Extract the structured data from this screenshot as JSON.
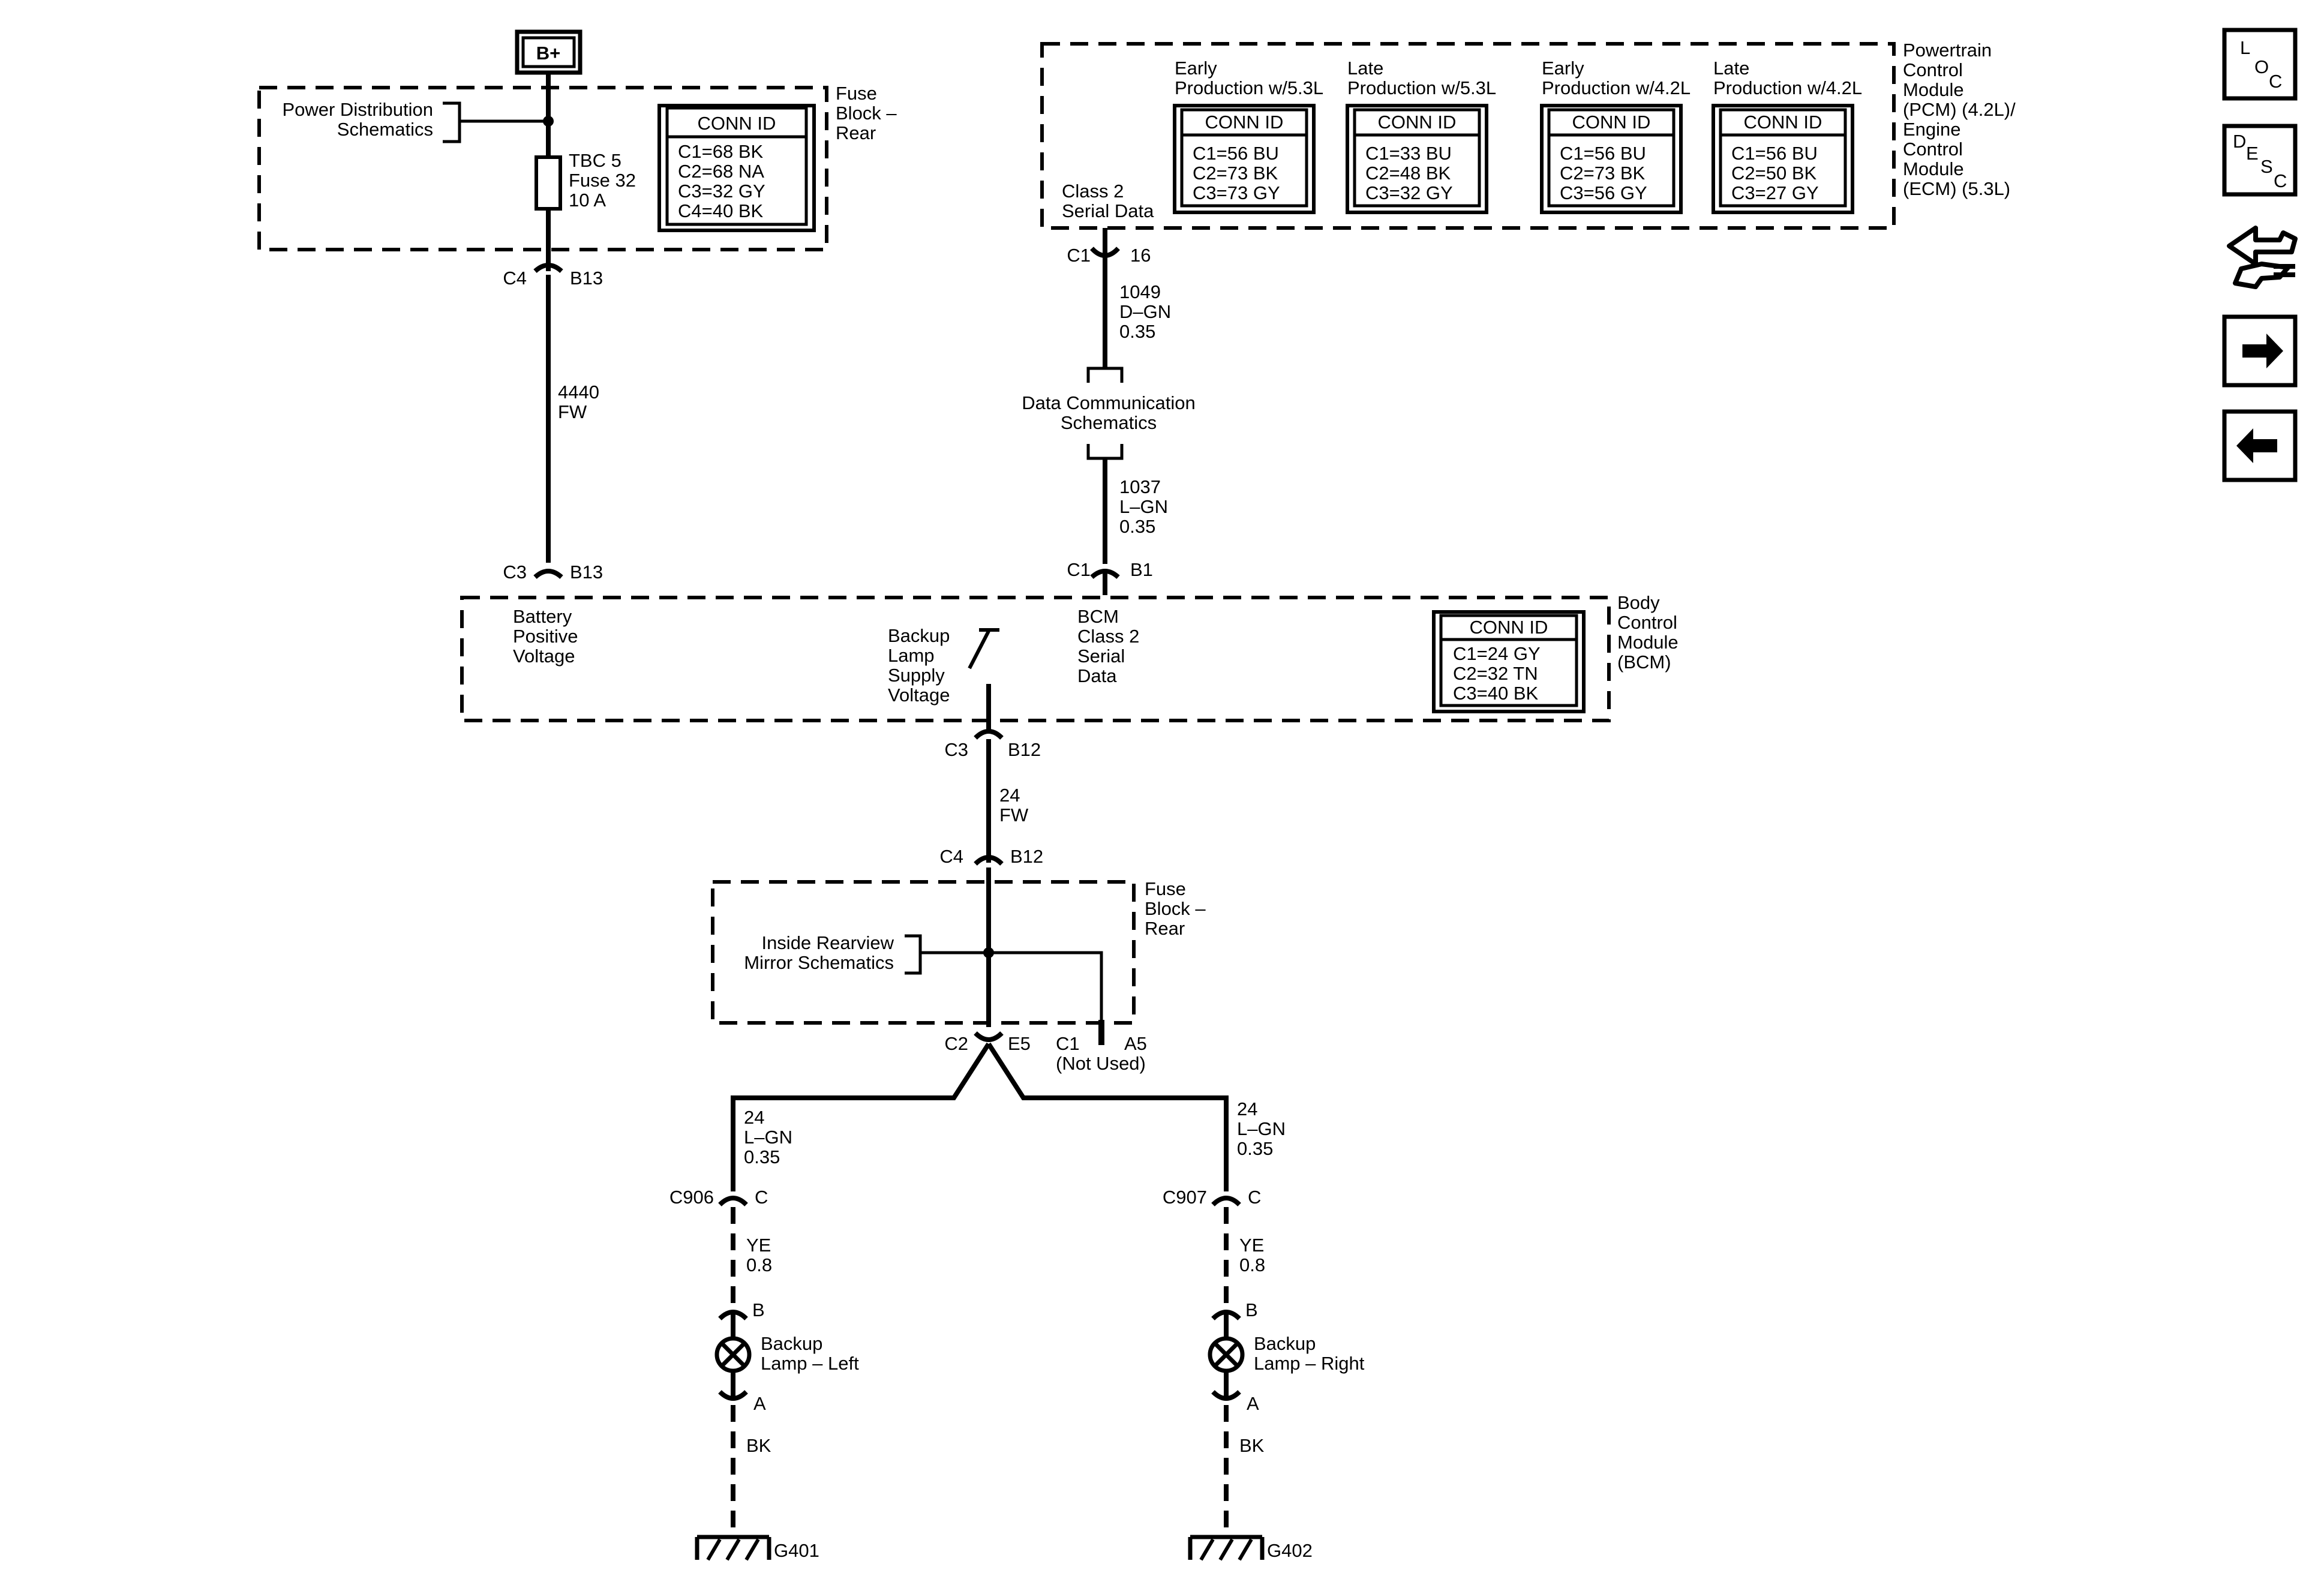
{
  "power": {
    "b_plus": "B+"
  },
  "fuse_block_top": {
    "title": [
      "Fuse",
      "Block –",
      "Rear"
    ],
    "pds": [
      "Power Distribution",
      "Schematics"
    ],
    "fuse": [
      "TBC 5",
      "Fuse 32",
      "10 A"
    ],
    "conn": {
      "header": "CONN ID",
      "rows": [
        "C1=68 BK",
        "C2=68 NA",
        "C3=32 GY",
        "C4=40 BK"
      ]
    },
    "bottom_conn": {
      "c": "C4",
      "pin": "B13"
    }
  },
  "wire_4440": {
    "circuit": "4440",
    "color": "FW"
  },
  "pcm": {
    "title": [
      "Powertrain",
      "Control",
      "Module",
      "(PCM) (4.2L)/",
      "Engine",
      "Control",
      "Module",
      "(ECM) (5.3L)"
    ],
    "class2": [
      "Class 2",
      "Serial Data"
    ],
    "conn_c": "C1",
    "conn_pin": "16",
    "variants": [
      {
        "label": [
          "Early",
          "Production w/5.3L"
        ],
        "header": "CONN ID",
        "rows": [
          "C1=56 BU",
          "C2=73 BK",
          "C3=73 GY"
        ]
      },
      {
        "label": [
          "Late",
          "Production w/5.3L"
        ],
        "header": "CONN ID",
        "rows": [
          "C1=33 BU",
          "C2=48 BK",
          "C3=32 GY"
        ]
      },
      {
        "label": [
          "Early",
          "Production w/4.2L"
        ],
        "header": "CONN ID",
        "rows": [
          "C1=56 BU",
          "C2=73 BK",
          "C3=56 GY"
        ]
      },
      {
        "label": [
          "Late",
          "Production w/4.2L"
        ],
        "header": "CONN ID",
        "rows": [
          "C1=56 BU",
          "C2=50 BK",
          "C3=27 GY"
        ]
      }
    ]
  },
  "wire_1049": [
    "1049",
    "D–GN",
    "0.35"
  ],
  "data_comm": [
    "Data Communication",
    "Schematics"
  ],
  "wire_1037": [
    "1037",
    "L–GN",
    "0.35"
  ],
  "bcm": {
    "title": [
      "Body",
      "Control",
      "Module",
      "(BCM)"
    ],
    "battery": [
      "Battery",
      "Positive",
      "Voltage"
    ],
    "backup": [
      "Backup",
      "Lamp",
      "Supply",
      "Voltage"
    ],
    "class2": [
      "BCM",
      "Class 2",
      "Serial",
      "Data"
    ],
    "conn": {
      "header": "CONN ID",
      "rows": [
        "C1=24 GY",
        "C2=32 TN",
        "C3=40 BK"
      ]
    },
    "top_left_conn": {
      "c": "C3",
      "pin": "B13"
    },
    "top_right_conn": {
      "c": "C1",
      "pin": "B1"
    },
    "bottom_conn": {
      "c": "C3",
      "pin": "B12"
    }
  },
  "wire_24_fw": [
    "24",
    "FW"
  ],
  "fuse_block_bottom": {
    "title": [
      "Fuse",
      "Block –",
      "Rear"
    ],
    "mirror": [
      "Inside Rearview",
      "Mirror Schematics"
    ],
    "top_conn": {
      "c": "C4",
      "pin": "B12"
    },
    "bottom_conn": {
      "c": "C2",
      "pin": "E5"
    },
    "unused_conn": {
      "c": "C1",
      "pin": "A5",
      "note": "(Not Used)"
    }
  },
  "left_branch": {
    "wire_top": [
      "24",
      "L–GN",
      "0.35"
    ],
    "conn": {
      "c": "C906",
      "pin": "C"
    },
    "wire_mid": [
      "YE",
      "0.8"
    ],
    "pin_b": "B",
    "lamp": [
      "Backup",
      "Lamp – Left"
    ],
    "pin_a": "A",
    "wire_bk": "BK",
    "ground": "G401"
  },
  "right_branch": {
    "wire_top": [
      "24",
      "L–GN",
      "0.35"
    ],
    "conn": {
      "c": "C907",
      "pin": "C"
    },
    "wire_mid": [
      "YE",
      "0.8"
    ],
    "pin_b": "B",
    "lamp": [
      "Backup",
      "Lamp – Right"
    ],
    "pin_a": "A",
    "wire_bk": "BK",
    "ground": "G402"
  },
  "nav": {
    "loc": [
      "L",
      "O",
      "C"
    ],
    "desc": [
      "D",
      "E",
      "S",
      "C"
    ],
    "icons": [
      "loc-button",
      "desc-button",
      "wiring-hand-icon",
      "next-arrow-icon",
      "previous-arrow-icon"
    ]
  }
}
